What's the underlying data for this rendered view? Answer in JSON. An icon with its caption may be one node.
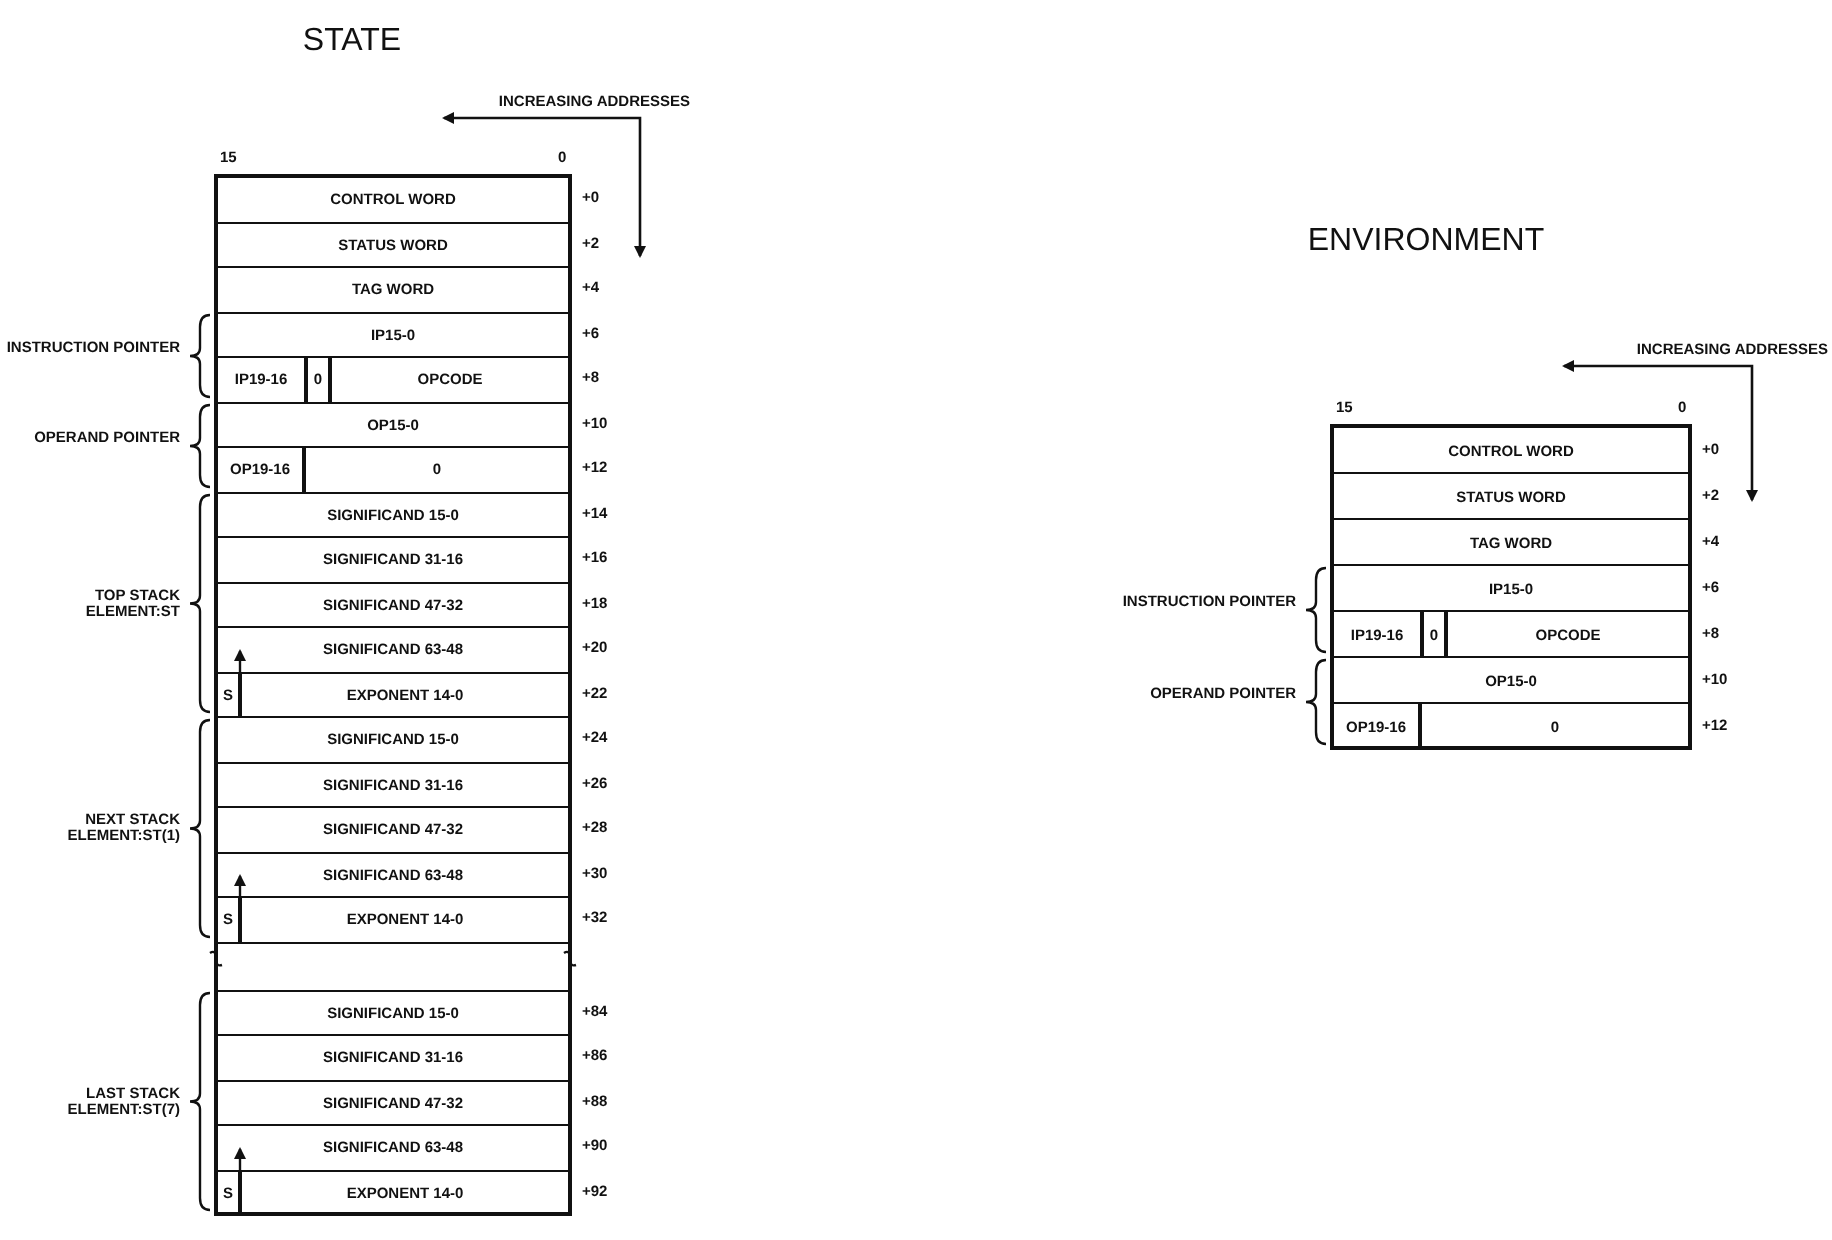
{
  "diagram": {
    "nodes": [
      {
        "text": [
          "CONTROL WORD"
        ]
      },
      {
        "text": [
          "STATUS WORD"
        ]
      },
      {
        "text": [
          "TAG WORD"
        ]
      },
      {
        "text": [
          "IP15-0"
        ]
      },
      {
        "text": [
          "IP19-16"
        ]
      },
      {
        "text": [
          "0"
        ]
      },
      {
        "text": [
          "OPCODE"
        ]
      },
      {
        "text": [
          "OP15-0"
        ]
      },
      {
        "text": [
          "OP19-16"
        ]
      },
      {
        "text": [
          "0"
        ]
      },
      {
        "text": [
          "SIGNIFICAND 15-0"
        ]
      },
      {
        "text": [
          "SIGNIFICAND 31-16"
        ]
      },
      {
        "text": [
          "SIGNIFICAND 47-32"
        ]
      },
      {
        "text": [
          "SIGNIFICAND 63-48"
        ]
      },
      {
        "text": [
          "S"
        ]
      },
      {
        "text": [
          "EXPONENT 14-0"
        ]
      },
      {
        "text": [
          "SIGNIFICAND 15-0"
        ]
      },
      {
        "text": [
          "SIGNIFICAND 31-16"
        ]
      },
      {
        "text": [
          "SIGNIFICAND 47-32"
        ]
      },
      {
        "text": [
          "SIGNIFICAND 63-48"
        ]
      },
      {
        "text": [
          "S"
        ]
      },
      {
        "text": [
          "EXPONENT 14-0"
        ]
      },
      {
        "text": [
          "SIGNIFICAND 15-0"
        ]
      },
      {
        "text": [
          "SIGNIFICAND 31-16"
        ]
      },
      {
        "text": [
          "SIGNIFICAND 47-32"
        ]
      },
      {
        "text": [
          "SIGNIFICAND 63-48"
        ]
      },
      {
        "text": [
          "S"
        ]
      },
      {
        "text": [
          "EXPONENT 14-0"
        ]
      },
      {
        "text": [
          "CONTROL WORD"
        ]
      },
      {
        "text": [
          "STATUS WORD"
        ]
      },
      {
        "text": [
          "TAG WORD"
        ]
      },
      {
        "text": [
          "IP15-0"
        ]
      },
      {
        "text": [
          "IP19-16"
        ]
      },
      {
        "text": [
          "0"
        ]
      },
      {
        "text": [
          "OPCODE"
        ]
      },
      {
        "text": [
          "OP15-0"
        ]
      },
      {
        "text": [
          "OP19-16"
        ]
      },
      {
        "text": [
          "0"
        ]
      }
    ],
    "labels": [
      "STATE",
      "INCREASING ADDRESSES",
      "15",
      "0",
      "+0",
      "+2",
      "+4",
      "+6",
      "+8",
      "+10",
      "+12",
      "+14",
      "+16",
      "+18",
      "+20",
      "+22",
      "+24",
      "+26",
      "+28",
      "+30",
      "+32",
      "+84",
      "+86",
      "+88",
      "+90",
      "+92",
      "INSTRUCTION POINTER",
      "OPERAND POINTER",
      "TOP STACK ELEMENT:ST",
      "NEXT STACK ELEMENT:ST(1)",
      "LAST STACK ELEMENT:ST(7)",
      "ENVIRONMENT",
      "INCREASING ADDRESSES",
      "15",
      "0",
      "+0",
      "+2",
      "+4",
      "+6",
      "+8",
      "+10",
      "+12",
      "INSTRUCTION POINTER",
      "OPERAND POINTER"
    ]
  }
}
